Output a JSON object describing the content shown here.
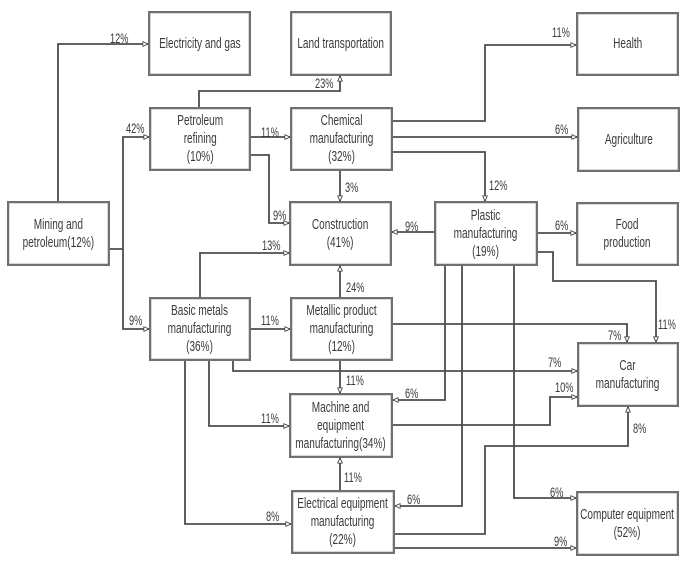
{
  "nodes": [
    {
      "name": "Mining and petroleum",
      "lines": [
        "Mining and",
        "petroleum(12%)"
      ]
    },
    {
      "name": "Electricity and gas",
      "lines": [
        "Electricity and gas"
      ]
    },
    {
      "name": "Land transportation",
      "lines": [
        "Land transportation"
      ]
    },
    {
      "name": "Health",
      "lines": [
        "Health"
      ]
    },
    {
      "name": "Petroleum refining",
      "lines": [
        "Petroleum",
        "refining",
        "(10%)"
      ]
    },
    {
      "name": "Chemical manufacturing",
      "lines": [
        "Chemical",
        "manufacturing",
        "(32%)"
      ]
    },
    {
      "name": "Agriculture",
      "lines": [
        "Agriculture"
      ]
    },
    {
      "name": "Construction",
      "lines": [
        "Construction",
        "(41%)"
      ]
    },
    {
      "name": "Plastic manufacturing",
      "lines": [
        "Plastic",
        "manufacturing",
        "(19%)"
      ]
    },
    {
      "name": "Food production",
      "lines": [
        "Food",
        "production"
      ]
    },
    {
      "name": "Basic metals manufacturing",
      "lines": [
        "Basic metals",
        "manufacturing",
        "(36%)"
      ]
    },
    {
      "name": "Metallic product manufacturing",
      "lines": [
        "Metallic product",
        "manufacturing",
        "(12%)"
      ]
    },
    {
      "name": "Car manufacturing",
      "lines": [
        "Car",
        "manufacturing"
      ]
    },
    {
      "name": "Machine and equipment manufacturing",
      "lines": [
        "Machine and",
        "equipment",
        "manufacturing(34%)"
      ]
    },
    {
      "name": "Electrical equipment manufacturing",
      "lines": [
        "Electrical equipment",
        "manufacturing",
        "(22%)"
      ]
    },
    {
      "name": "Computer equipment",
      "lines": [
        "Computer equipment",
        "(52%)"
      ]
    }
  ],
  "edges": [
    {
      "from": "Mining and petroleum",
      "to": "Electricity and gas",
      "value": "12%"
    },
    {
      "from": "Mining and petroleum",
      "to": "Petroleum refining",
      "value": "42%"
    },
    {
      "from": "Mining and petroleum",
      "to": "Basic metals manufacturing",
      "value": "9%"
    },
    {
      "from": "Petroleum refining",
      "to": "Land transportation",
      "value": "23%"
    },
    {
      "from": "Petroleum refining",
      "to": "Chemical manufacturing",
      "value": "11%"
    },
    {
      "from": "Petroleum refining",
      "to": "Construction",
      "value": "9%"
    },
    {
      "from": "Chemical manufacturing",
      "to": "Health",
      "value": "11%"
    },
    {
      "from": "Chemical manufacturing",
      "to": "Agriculture",
      "value": "6%"
    },
    {
      "from": "Chemical manufacturing",
      "to": "Plastic manufacturing",
      "value": "12%"
    },
    {
      "from": "Chemical manufacturing",
      "to": "Construction",
      "value": "3%"
    },
    {
      "from": "Plastic manufacturing",
      "to": "Construction",
      "value": "9%"
    },
    {
      "from": "Plastic manufacturing",
      "to": "Food production",
      "value": "6%"
    },
    {
      "from": "Plastic manufacturing",
      "to": "Car manufacturing",
      "value": "11%"
    },
    {
      "from": "Plastic manufacturing",
      "to": "Machine and equipment manufacturing",
      "value": "6%"
    },
    {
      "from": "Plastic manufacturing",
      "to": "Electrical equipment manufacturing",
      "value": "6%"
    },
    {
      "from": "Plastic manufacturing",
      "to": "Computer equipment",
      "value": "6%"
    },
    {
      "from": "Basic metals manufacturing",
      "to": "Construction",
      "value": "13%"
    },
    {
      "from": "Basic metals manufacturing",
      "to": "Metallic product manufacturing",
      "value": "11%"
    },
    {
      "from": "Basic metals manufacturing",
      "to": "Car manufacturing",
      "value": "7%"
    },
    {
      "from": "Basic metals manufacturing",
      "to": "Machine and equipment manufacturing",
      "value": "11%"
    },
    {
      "from": "Basic metals manufacturing",
      "to": "Electrical equipment manufacturing",
      "value": "8%"
    },
    {
      "from": "Metallic product manufacturing",
      "to": "Construction",
      "value": "24%"
    },
    {
      "from": "Metallic product manufacturing",
      "to": "Car manufacturing",
      "value": "7%"
    },
    {
      "from": "Metallic product manufacturing",
      "to": "Machine and equipment manufacturing",
      "value": "11%"
    },
    {
      "from": "Machine and equipment manufacturing",
      "to": "Car manufacturing",
      "value": "10%"
    },
    {
      "from": "Electrical equipment manufacturing",
      "to": "Machine and equipment manufacturing",
      "value": "11%"
    },
    {
      "from": "Electrical equipment manufacturing",
      "to": "Car manufacturing",
      "value": "8%"
    },
    {
      "from": "Electrical equipment manufacturing",
      "to": "Computer equipment",
      "value": "9%"
    }
  ]
}
